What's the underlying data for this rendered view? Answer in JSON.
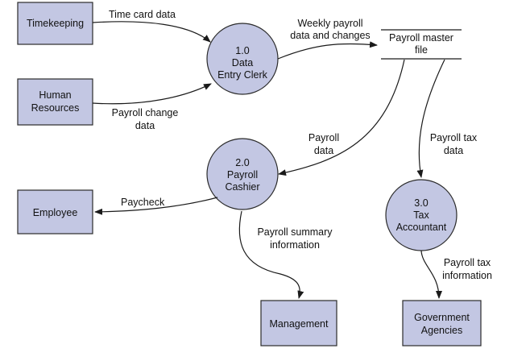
{
  "entities": {
    "timekeeping": "Timekeeping",
    "human_resources": [
      "Human",
      "Resources"
    ],
    "employee": "Employee",
    "management": "Management",
    "government_agencies": [
      "Government",
      "Agencies"
    ]
  },
  "processes": {
    "p1": [
      "1.0",
      "Data",
      "Entry Clerk"
    ],
    "p2": [
      "2.0",
      "Payroll",
      "Cashier"
    ],
    "p3": [
      "3.0",
      "Tax",
      "Accountant"
    ]
  },
  "data_store": {
    "label": [
      "Payroll master",
      "file"
    ]
  },
  "flows": {
    "time_card": [
      "Time card data"
    ],
    "payroll_change": [
      "Payroll change",
      "data"
    ],
    "weekly_payroll": [
      "Weekly payroll",
      "data and changes"
    ],
    "payroll_data": [
      "Payroll",
      "data"
    ],
    "payroll_tax_data": [
      "Payroll tax",
      "data"
    ],
    "paycheck": [
      "Paycheck"
    ],
    "payroll_summary": [
      "Payroll summary",
      "information"
    ],
    "payroll_tax_info": [
      "Payroll tax",
      "information"
    ]
  }
}
